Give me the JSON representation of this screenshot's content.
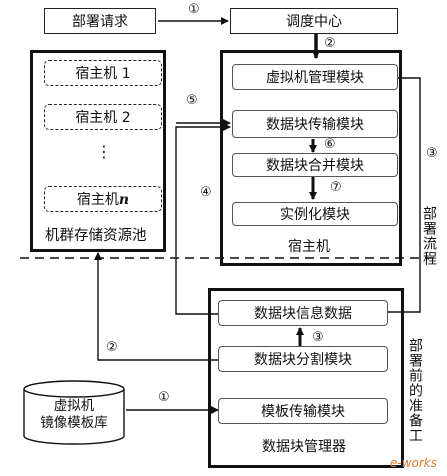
{
  "request_box": "部署请求",
  "dispatch_center": "调度中心",
  "cluster_pool": {
    "label": "机群存储资源池",
    "host1": "宿主机 1",
    "host2": "宿主机 2",
    "dots": "⋮",
    "hostn_prefix": "宿主机",
    "hostn_suffix": "n"
  },
  "host_machine": {
    "label": "宿主机",
    "vm_module": "虚拟机管理模块",
    "transfer_module": "数据块传输模块",
    "merge_module": "数据块合并模块",
    "instantiate_module": "实例化模块"
  },
  "block_manager": {
    "label": "数据块管理器",
    "info_data": "数据块信息数据",
    "split_module": "数据块分割模块",
    "template_transfer": "模板传输模块"
  },
  "vm_template_db": {
    "line1": "虚拟机",
    "line2": "镜像模板库"
  },
  "side_labels": {
    "deploy_flow": "部署流程",
    "pre_deploy": "部署前的准备工"
  },
  "step_numbers": {
    "n1_top": "①",
    "n2_top": "②",
    "n3_right": "③",
    "n4": "④",
    "n5": "⑤",
    "n6": "⑥",
    "n7": "⑦",
    "n3_bottom": "③",
    "n2_left": "②",
    "n1_bottom": "①"
  },
  "watermark": "e-works"
}
